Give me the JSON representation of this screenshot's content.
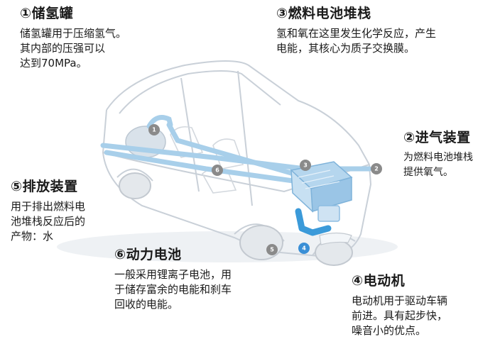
{
  "callouts": [
    {
      "id": "c1",
      "title": "①储氢罐",
      "lines": [
        "储氢罐用于压缩氢气。",
        "其内部的压强可以",
        "达到70MPa。"
      ]
    },
    {
      "id": "c3",
      "title": "③燃料电池堆栈",
      "lines": [
        "氢和氧在这里发生化学反应，产生",
        "电能，其核心为质子交换膜。"
      ]
    },
    {
      "id": "c2",
      "title": "②进气装置",
      "lines": [
        "为燃料电池堆栈",
        "提供氧气。"
      ]
    },
    {
      "id": "c5",
      "title": "⑤排放装置",
      "lines": [
        "用于排出燃料电",
        "池堆栈反应后的",
        "产物：水"
      ]
    },
    {
      "id": "c6",
      "title": "⑥动力电池",
      "lines": [
        "一般采用锂离子电池，用",
        "于储存富余的电能和刹车",
        "回收的电能。"
      ]
    },
    {
      "id": "c4",
      "title": "④电动机",
      "lines": [
        "电动机用于驱动车辆",
        "前进。具有起步快，",
        "噪音小的优点。"
      ]
    }
  ],
  "badges": {
    "b1": "1",
    "b2": "2",
    "b3": "3",
    "b4": "4",
    "b5": "5",
    "b6": "6"
  },
  "colors": {
    "car_outline": "#c9d0d8",
    "component_blue": "#9ac5e6",
    "pipe_blue": "#a8cfea",
    "motor_blue": "#3b9ad9",
    "badge_gray": "#8a8a8a",
    "badge_active": "#3a8fd6"
  }
}
